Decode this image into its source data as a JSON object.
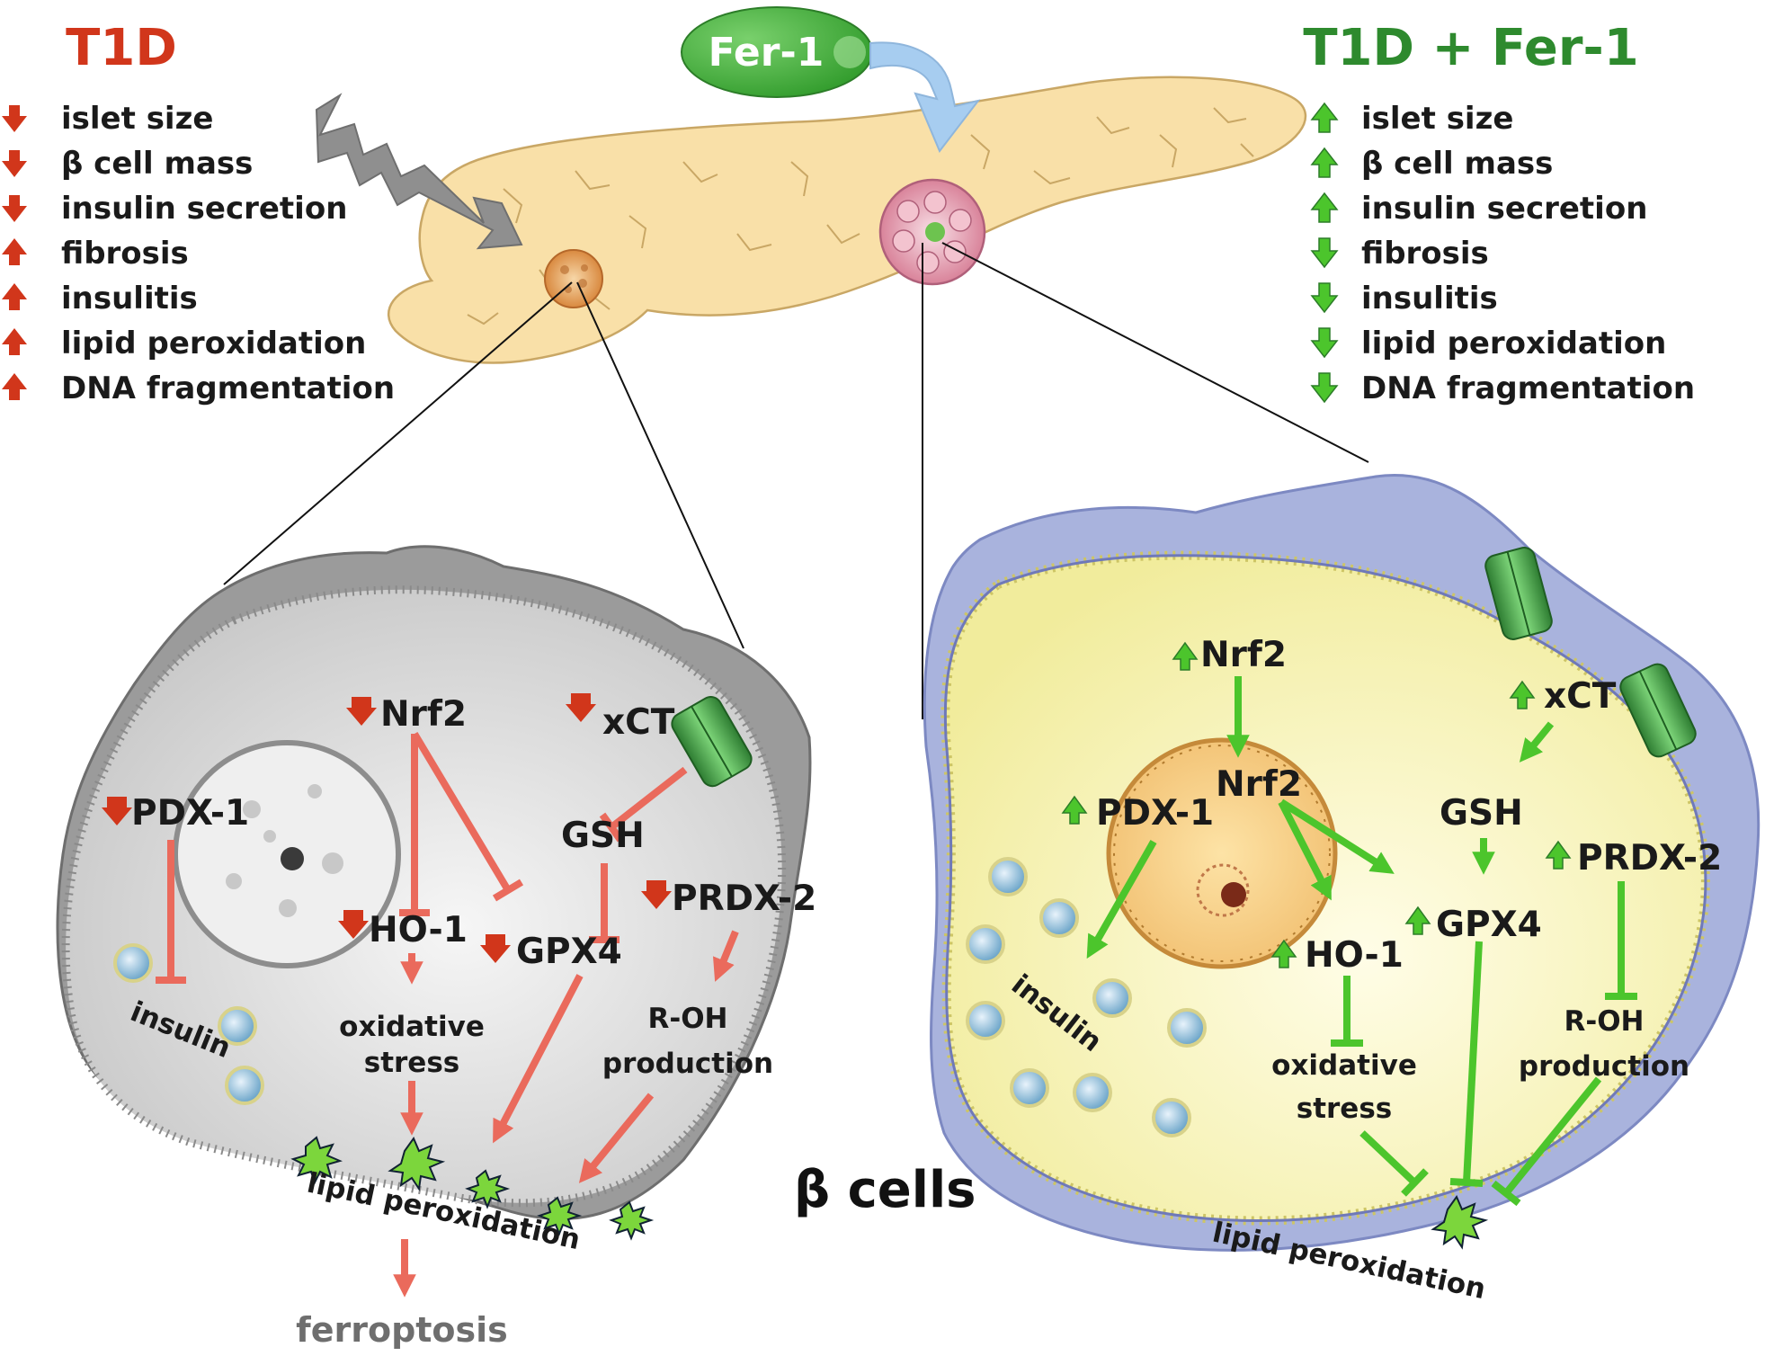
{
  "fer1_label": "Fer-1",
  "left_panel": {
    "title": "T1D",
    "title_color": "#d1361b",
    "effects": [
      {
        "label": "islet size",
        "direction": "down"
      },
      {
        "label": "β cell mass",
        "direction": "down"
      },
      {
        "label": "insulin secretion",
        "direction": "down"
      },
      {
        "label": "fibrosis",
        "direction": "up"
      },
      {
        "label": "insulitis",
        "direction": "up"
      },
      {
        "label": "lipid peroxidation",
        "direction": "up"
      },
      {
        "label": "DNA fragmentation",
        "direction": "up"
      }
    ]
  },
  "right_panel": {
    "title": "T1D + Fer-1",
    "title_color": "#2e8a2e",
    "effects": [
      {
        "label": "islet size",
        "direction": "up"
      },
      {
        "label": "β cell mass",
        "direction": "up"
      },
      {
        "label": "insulin secretion",
        "direction": "up"
      },
      {
        "label": "fibrosis",
        "direction": "down"
      },
      {
        "label": "insulitis",
        "direction": "down"
      },
      {
        "label": "lipid peroxidation",
        "direction": "down"
      },
      {
        "label": "DNA fragmentation",
        "direction": "down"
      }
    ]
  },
  "left_cell": {
    "nrf2": "Nrf2",
    "xct": "xCT",
    "pdx1": "PDX-1",
    "gsh": "GSH",
    "ho1": "HO-1",
    "gpx4": "GPX4",
    "prdx2": "PRDX-2",
    "insulin": "insulin",
    "oxidative_line1": "oxidative",
    "oxidative_line2": "stress",
    "roh_line1": "R-OH",
    "roh_line2": "production",
    "lipid_peroxidation": "lipid peroxidation",
    "outcome": "ferroptosis"
  },
  "right_cell": {
    "nrf2_cytosol": "Nrf2",
    "nrf2_nucleus": "Nrf2",
    "xct": "xCT",
    "pdx1": "PDX-1",
    "gsh": "GSH",
    "ho1": "HO-1",
    "gpx4": "GPX4",
    "prdx2": "PRDX-2",
    "insulin": "insulin",
    "oxidative_line1": "oxidative",
    "oxidative_line2": "stress",
    "roh_line1": "R-OH",
    "roh_line2": "production",
    "lipid_peroxidation": "lipid peroxidation"
  },
  "cells_label": "β cells",
  "colors": {
    "down_red": "#d1361b",
    "up_green": "#4cc52c",
    "salmon_path": "#ea6a5c",
    "green_path": "#4cc52c"
  }
}
